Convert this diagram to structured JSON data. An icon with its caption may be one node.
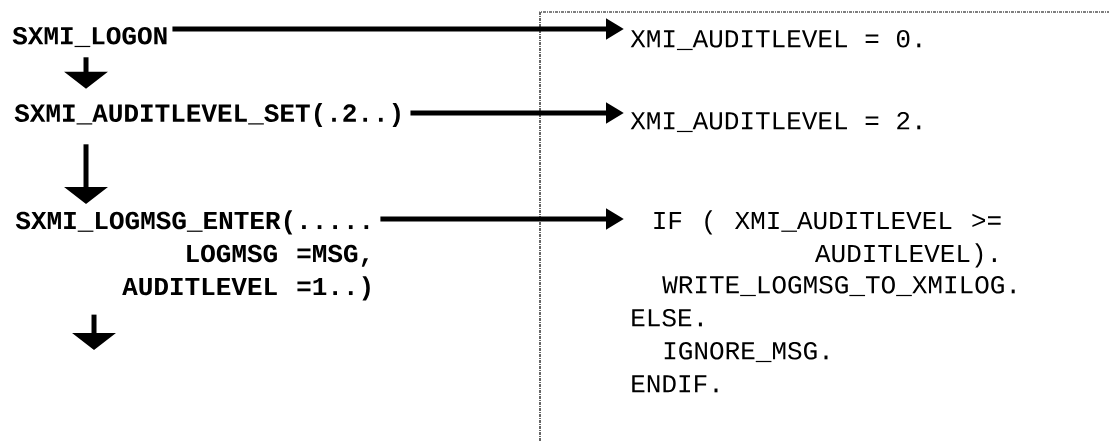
{
  "diagram": {
    "nodes": [
      {
        "text": [
          "SXMI_LOGON"
        ]
      },
      {
        "text": [
          "SXMI_AUDITLEVEL_SET(.2..)"
        ]
      },
      {
        "text": [
          "SXMI_LOGMSG_ENTER(..... LOGMSG =MSG, AUDITLEVEL =1..)"
        ]
      },
      {
        "text": [
          "XMI_AUDITLEVEL = 0."
        ]
      },
      {
        "text": [
          "XMI_AUDITLEVEL = 2."
        ]
      },
      {
        "text": [
          "IF ( XMI_AUDITLEVEL >= AUDITLEVEL).",
          "WRITE_LOGMSG_TO_XMILOG.",
          "ELSE.",
          "IGNORE_MSG.",
          "ENDIF."
        ]
      }
    ],
    "edges": [
      {
        "from": 0,
        "to": 1,
        "arrow": "to"
      },
      {
        "from": 1,
        "to": 2,
        "arrow": "to"
      },
      {
        "from": 2,
        "to": null,
        "arrow": "to"
      },
      {
        "from": 0,
        "to": 3,
        "arrow": "to"
      },
      {
        "from": 1,
        "to": 4,
        "arrow": "to"
      },
      {
        "from": 2,
        "to": 5,
        "arrow": "to"
      }
    ]
  }
}
